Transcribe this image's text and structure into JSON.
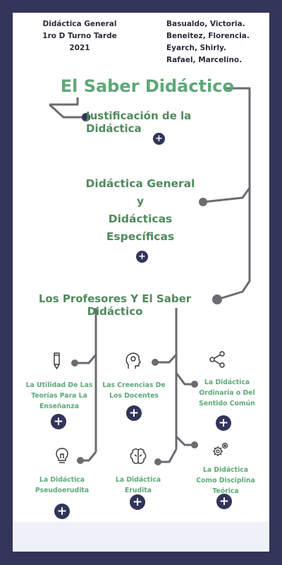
{
  "header": {
    "left_lines": "Didáctica General\n1ro D Turno Tarde\n2021",
    "right_lines": "Basualdo, Victoria.\nBeneitez, Florencia.\nEyarch, Shirly.\nRafael, Marcelino."
  },
  "map": {
    "title": "El Saber Didáctico",
    "section1": "Justificación de la Didáctica",
    "section2_line1": "Didáctica General",
    "section2_line2": "y",
    "section2_line3": "Didácticas Específicas",
    "section3": "Los Profesores Y El Saber Didáctico"
  },
  "cards": [
    {
      "label": "La Utilidad De Las Teorías Para La Enseñanza",
      "icon": "pencil-icon"
    },
    {
      "label": "Las Creencias De Los Docentes",
      "icon": "head-gear-icon"
    },
    {
      "label": "La Didáctica Ordinaria o Del Sentido Común",
      "icon": "share-icon"
    },
    {
      "label": "La Didáctica Pseudoerudita",
      "icon": "lightbulb-icon"
    },
    {
      "label": "La Didáctica Erudita",
      "icon": "brain-icon"
    },
    {
      "label": "La Didáctica Como Disciplina Teórica",
      "icon": "gears-icon"
    }
  ],
  "plus_symbol": "+",
  "colors": {
    "background": "#32345a",
    "title_green": "#5ea878",
    "heading_green": "#4f8a5c",
    "connector_gray": "#6b6b72",
    "button_navy": "#32345a"
  }
}
